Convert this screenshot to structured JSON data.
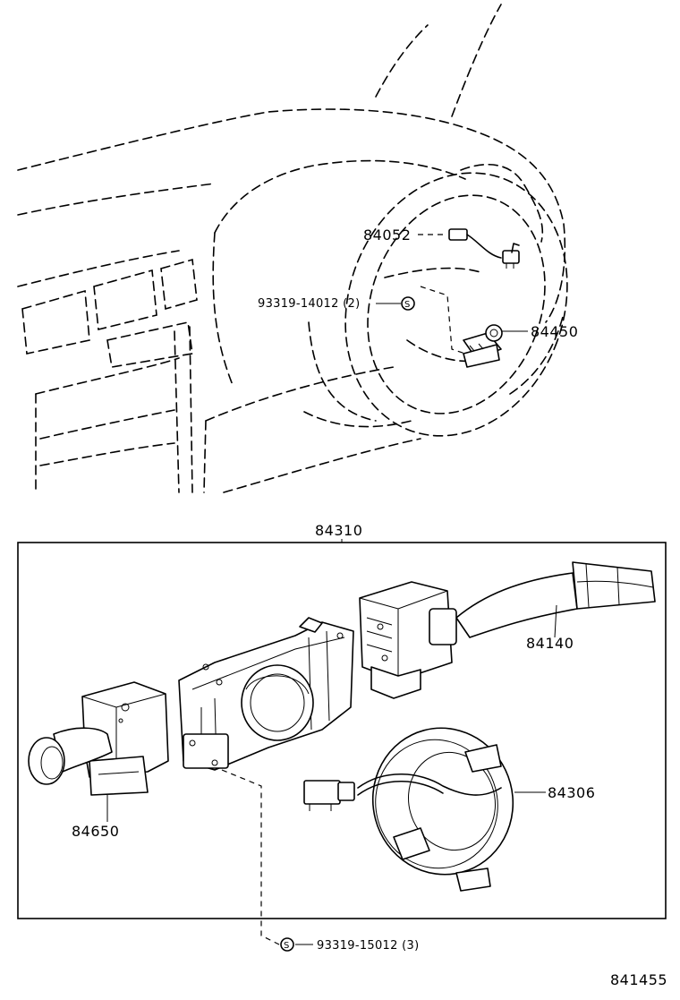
{
  "parts": {
    "p84052": "84052",
    "p93319_14012": "93319-14012 (2)",
    "p84450": "84450",
    "p84310": "84310",
    "p84140": "84140",
    "p84650": "84650",
    "p84306": "84306",
    "p93319_15012": "93319-15012 (3)"
  },
  "screw_symbol": "S",
  "diagram_id": "841455"
}
